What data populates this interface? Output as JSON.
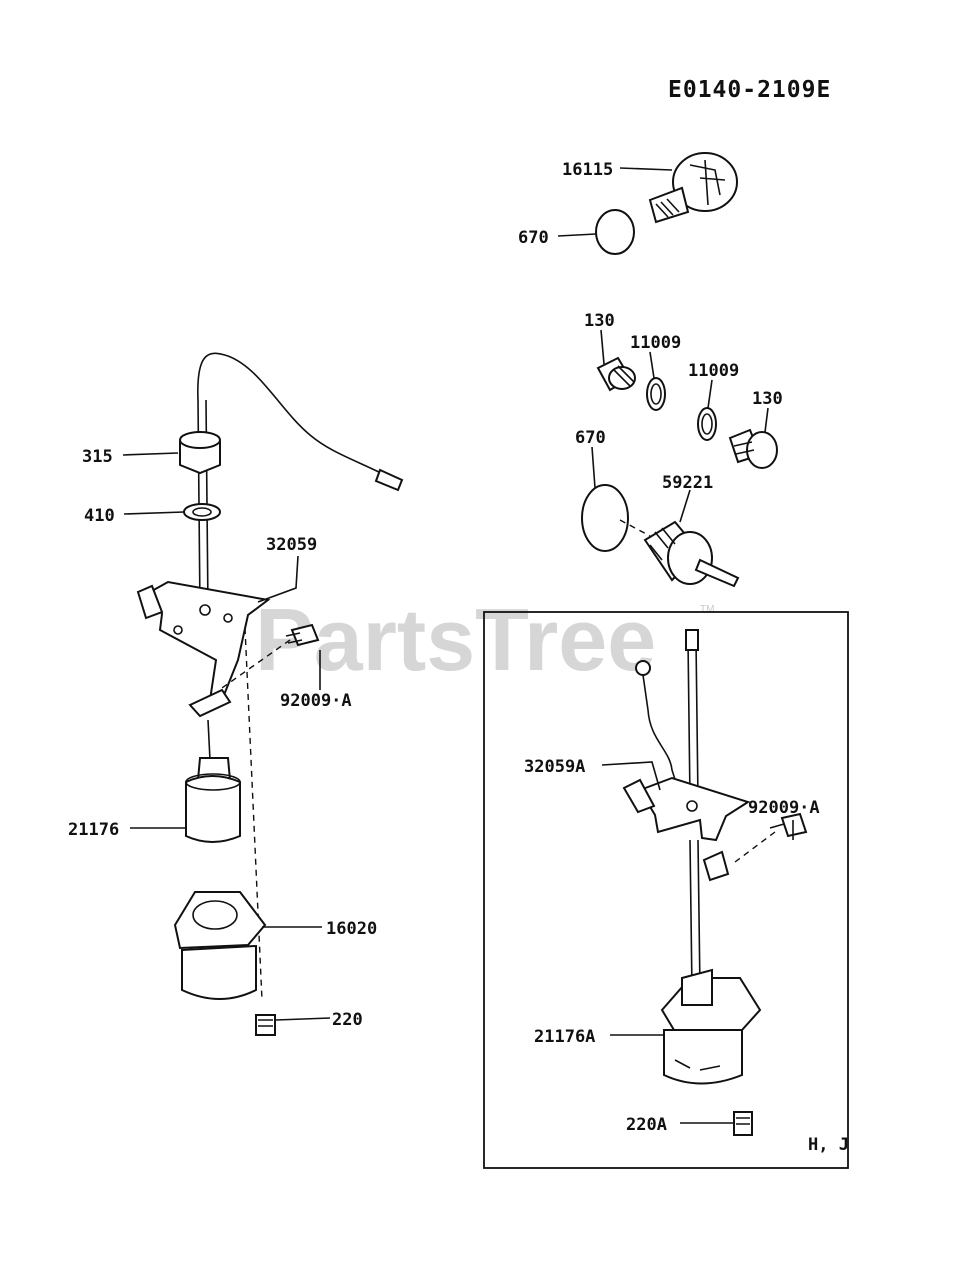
{
  "diagram_code": "E0140-2109E",
  "watermark": "PartsTree",
  "trademark": "TM",
  "inset_note": "H, J",
  "callouts": [
    {
      "id": "16115",
      "label": "16115"
    },
    {
      "id": "670-top",
      "label": "670"
    },
    {
      "id": "130-left",
      "label": "130"
    },
    {
      "id": "11009-left",
      "label": "11009"
    },
    {
      "id": "11009-right",
      "label": "11009"
    },
    {
      "id": "130-right",
      "label": "130"
    },
    {
      "id": "670-mid",
      "label": "670"
    },
    {
      "id": "59221",
      "label": "59221"
    },
    {
      "id": "315",
      "label": "315"
    },
    {
      "id": "410",
      "label": "410"
    },
    {
      "id": "32059",
      "label": "32059"
    },
    {
      "id": "92009A-left",
      "label": "92009·A"
    },
    {
      "id": "21176",
      "label": "21176"
    },
    {
      "id": "16020",
      "label": "16020"
    },
    {
      "id": "220",
      "label": "220"
    },
    {
      "id": "32059A",
      "label": "32059A"
    },
    {
      "id": "92009A-right",
      "label": "92009·A"
    },
    {
      "id": "21176A",
      "label": "21176A"
    },
    {
      "id": "220A",
      "label": "220A"
    }
  ]
}
